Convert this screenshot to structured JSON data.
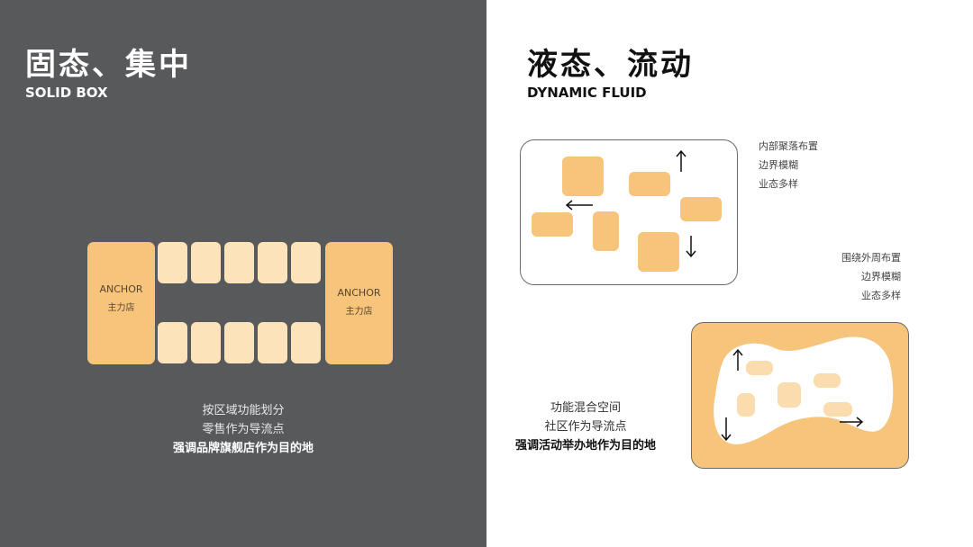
{
  "left": {
    "title_cn": "固态、集中",
    "title_en": "SOLID BOX",
    "anchor_left": {
      "en": "ANCHOR",
      "cn": "主力店"
    },
    "anchor_right": {
      "en": "ANCHOR",
      "cn": "主力店"
    },
    "caption": {
      "line1": "按区域功能划分",
      "line2": "零售作为导流点",
      "line3": "强调品牌旗舰店作为目的地"
    }
  },
  "right": {
    "title_cn": "液态、流动",
    "title_en": "DYNAMIC FLUID",
    "note1": {
      "line1": "内部聚落布置",
      "line2": "边界模糊",
      "line3": "业态多样"
    },
    "note2": {
      "line1": "围绕外周布置",
      "line2": "边界模糊",
      "line3": "业态多样"
    },
    "caption": {
      "line1": "功能混合空间",
      "line2": "社区作为导流点",
      "line3": "强调活动举办地作为目的地"
    }
  },
  "colors": {
    "dark_bg": "#58595b",
    "light_bg": "#ffffff",
    "accent_orange": "#f6c47a",
    "light_orange": "#fde3b9"
  }
}
